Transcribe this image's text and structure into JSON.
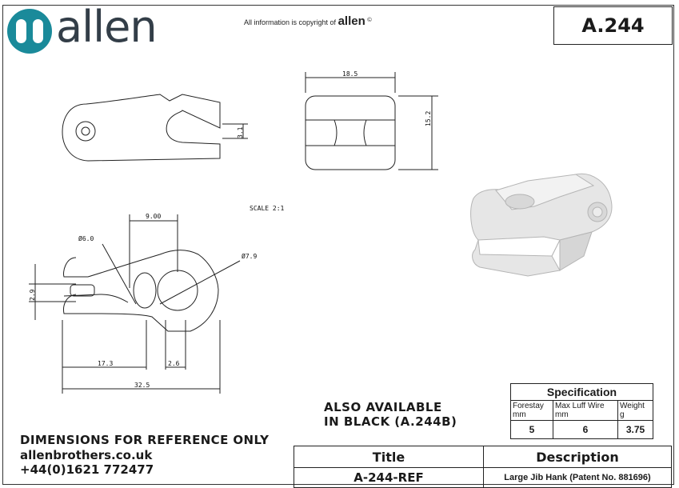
{
  "header": {
    "logo_text": "allen",
    "copyright_text": "All information is copyright of",
    "copyright_brand": "allen",
    "copyright_symbol": "©",
    "part_number": "A.244"
  },
  "drawing": {
    "dim_top_width": "18.5",
    "dim_top_height": "15.2",
    "dim_gap": "3.1",
    "scale": "SCALE 2:1",
    "dim_9": "9.00",
    "dim_dia_small": "Ø6.0",
    "dim_dia_large": "Ø7.9",
    "dim_2_9": "2.9",
    "dim_17_3": "17.3",
    "dim_2_6": "2.6",
    "dim_32_5": "32.5"
  },
  "notes": {
    "also_available_line1": "ALSO AVAILABLE",
    "also_available_line2": "IN BLACK (A.244B)",
    "disclaimer": "DIMENSIONS FOR REFERENCE ONLY",
    "website": "allenbrothers.co.uk",
    "phone": "+44(0)1621 772477"
  },
  "specification": {
    "title": "Specification",
    "columns": [
      {
        "label": "Forestay",
        "unit": "mm",
        "value": "5"
      },
      {
        "label": "Max Luff Wire",
        "unit": "mm",
        "value": "6"
      },
      {
        "label": "Weight",
        "unit": "g",
        "value": "3.75"
      }
    ]
  },
  "title_block": {
    "title_header": "Title",
    "description_header": "Description",
    "title_value": "A-244-REF",
    "description_value": "Large Jib Hank (Patent No. 881696)"
  },
  "colors": {
    "logo_teal": "#1a8a9a",
    "logo_text": "#333e48",
    "render_gray": "#e6e6e6"
  }
}
